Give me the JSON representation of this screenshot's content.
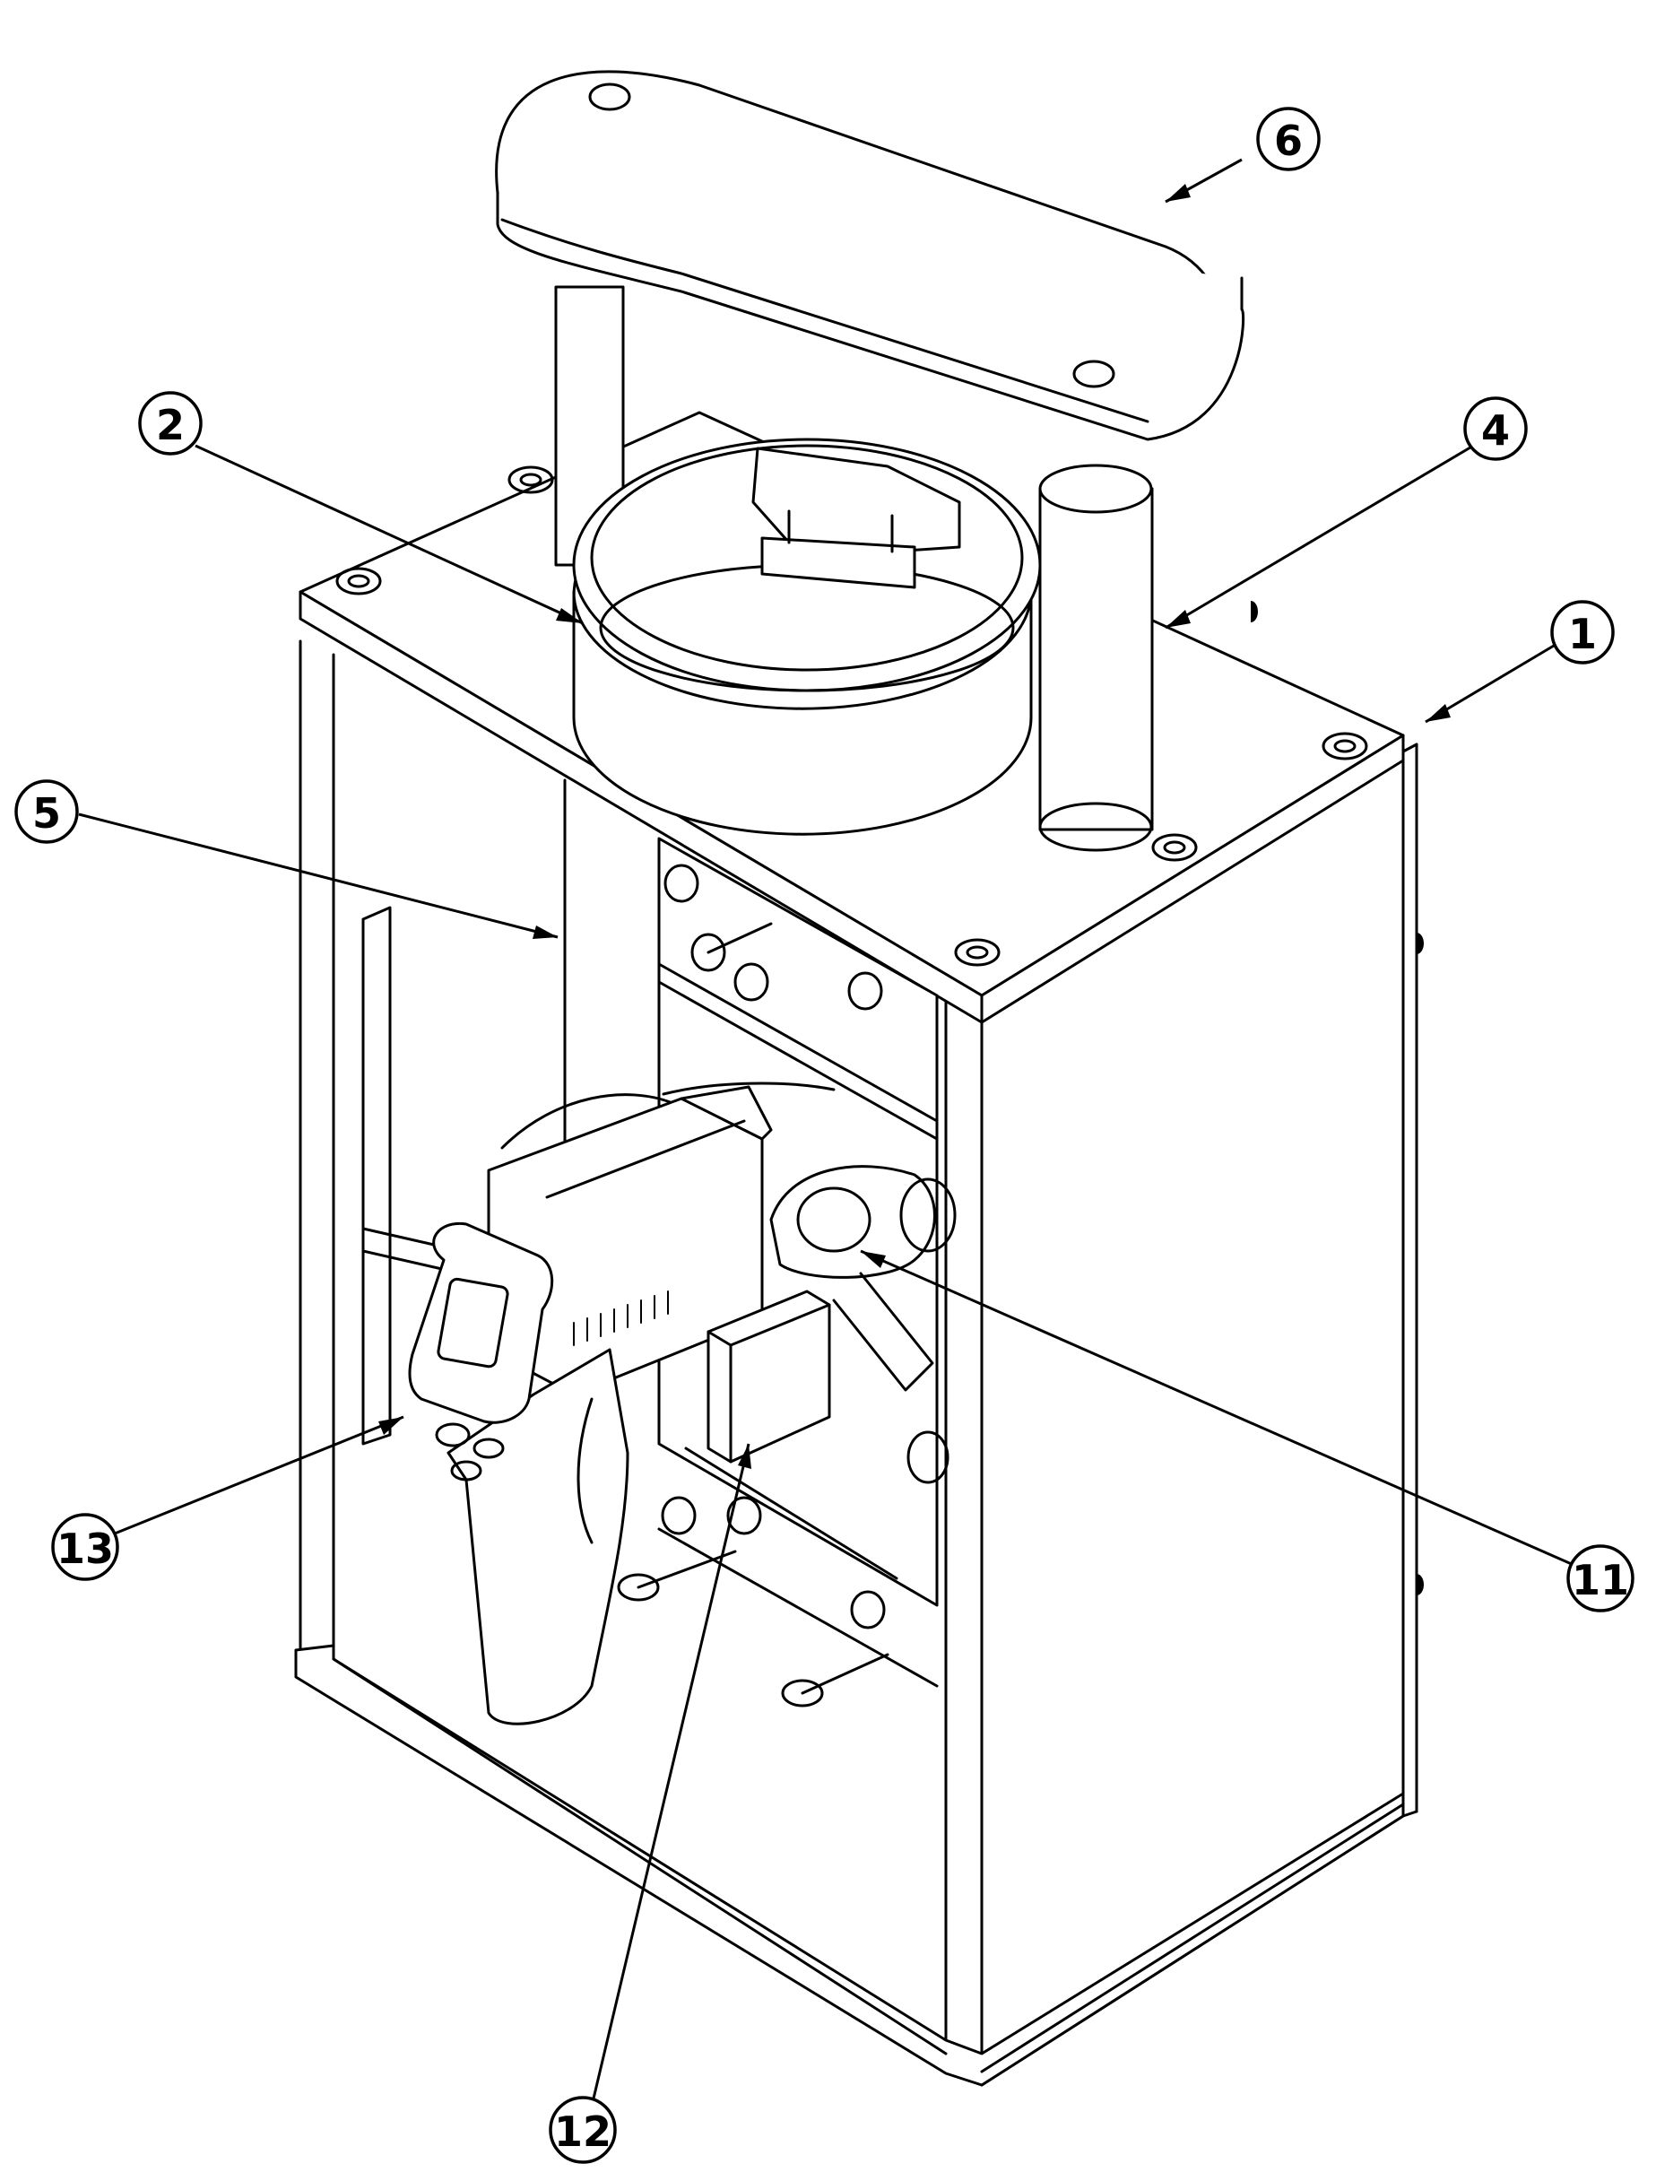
{
  "callouts": [
    {
      "id": "callout-1",
      "label": "1"
    },
    {
      "id": "callout-2",
      "label": "2"
    },
    {
      "id": "callout-4",
      "label": "4"
    },
    {
      "id": "callout-5",
      "label": "5"
    },
    {
      "id": "callout-6",
      "label": "6"
    },
    {
      "id": "callout-11",
      "label": "11"
    },
    {
      "id": "callout-12",
      "label": "12"
    },
    {
      "id": "callout-13",
      "label": "13"
    }
  ]
}
